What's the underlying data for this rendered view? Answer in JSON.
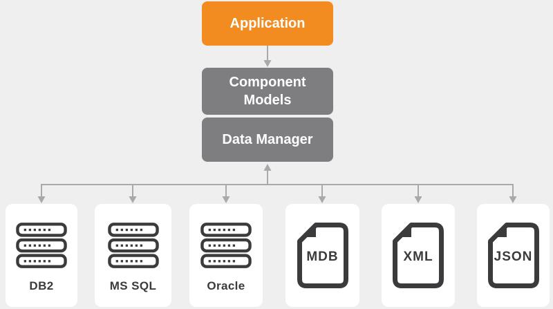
{
  "colors": {
    "background": "#efefef",
    "accent_orange": "#f28b20",
    "box_gray": "#7e7e81",
    "connector_gray": "#a9a9a9",
    "card_white": "#ffffff",
    "icon_dark": "#3b3b3d"
  },
  "flow": {
    "application": {
      "label": "Application"
    },
    "component_models": {
      "label": "Component Models"
    },
    "data_manager": {
      "label": "Data Manager"
    }
  },
  "sources": [
    {
      "id": "db2",
      "label": "DB2",
      "icon": "database-server-icon",
      "kind": "database"
    },
    {
      "id": "mssql",
      "label": "MS SQL",
      "icon": "database-server-icon",
      "kind": "database"
    },
    {
      "id": "oracle",
      "label": "Oracle",
      "icon": "database-server-icon",
      "kind": "database"
    },
    {
      "id": "mdb",
      "label": "MDB",
      "icon": "document-file-icon",
      "kind": "file"
    },
    {
      "id": "xml",
      "label": "XML",
      "icon": "document-file-icon",
      "kind": "file"
    },
    {
      "id": "json",
      "label": "JSON",
      "icon": "document-file-icon",
      "kind": "file"
    }
  ],
  "edges": [
    {
      "from": "application",
      "to": "component_models",
      "direction": "down"
    },
    {
      "from": "sources_bus",
      "to": "data_manager",
      "direction": "up"
    },
    {
      "from": "sources_bus",
      "to": "each_source",
      "direction": "down"
    }
  ]
}
